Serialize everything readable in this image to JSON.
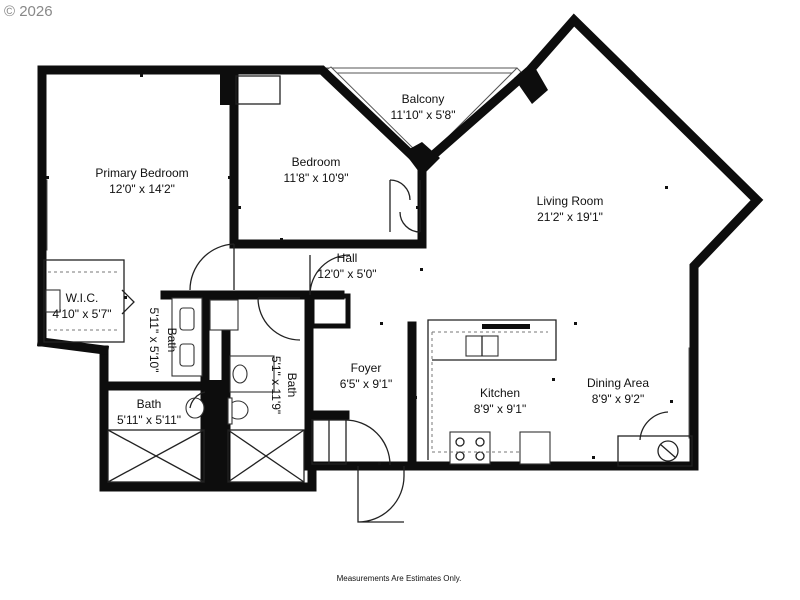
{
  "copyright": "© 2026",
  "footnote": "Measurements Are Estimates Only.",
  "rooms": {
    "primary_bedroom": {
      "name": "Primary Bedroom",
      "dims": "12'0\" x 14'2\""
    },
    "bedroom": {
      "name": "Bedroom",
      "dims": "11'8\" x 10'9\""
    },
    "balcony": {
      "name": "Balcony",
      "dims": "11'10\" x 5'8\""
    },
    "living_room": {
      "name": "Living Room",
      "dims": "21'2\" x 19'1\""
    },
    "hall": {
      "name": "Hall",
      "dims": "12'0\" x 5'0\""
    },
    "wic": {
      "name": "W.I.C.",
      "dims": "4'10\" x 5'7\""
    },
    "bath_vertical_1": {
      "name": "Bath",
      "dims": "5'11\" x 5'10\""
    },
    "bath_vertical_2": {
      "name": "Bath",
      "dims": "5'1\" x 11'9\""
    },
    "bath_lower": {
      "name": "Bath",
      "dims": "5'11\" x 5'11\""
    },
    "foyer": {
      "name": "Foyer",
      "dims": "6'5\" x 9'1\""
    },
    "kitchen": {
      "name": "Kitchen",
      "dims": "8'9\" x 9'1\""
    },
    "dining_area": {
      "name": "Dining Area",
      "dims": "8'9\" x 9'2\""
    }
  }
}
